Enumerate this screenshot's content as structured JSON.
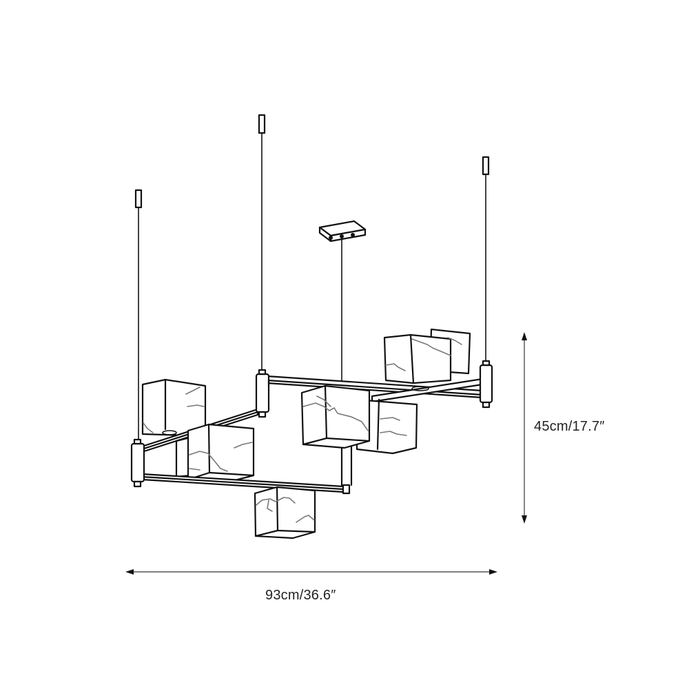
{
  "diagram": {
    "type": "product-dimension-drawing",
    "subject": "linear chandelier with cube shades",
    "colors": {
      "line": "#111111",
      "vein": "#777777",
      "background": "#ffffff",
      "label": "#222222"
    }
  },
  "dimensions": {
    "height": {
      "label": "45cm/17.7″",
      "value_cm": 45,
      "value_in": 17.7
    },
    "width": {
      "label": "93cm/36.6″",
      "value_cm": 93,
      "value_in": 36.6
    }
  },
  "components": {
    "canopy": "rectangular ceiling canopy",
    "suspension_cables": 4,
    "cube_shades": 7,
    "rail_arms": 3
  }
}
